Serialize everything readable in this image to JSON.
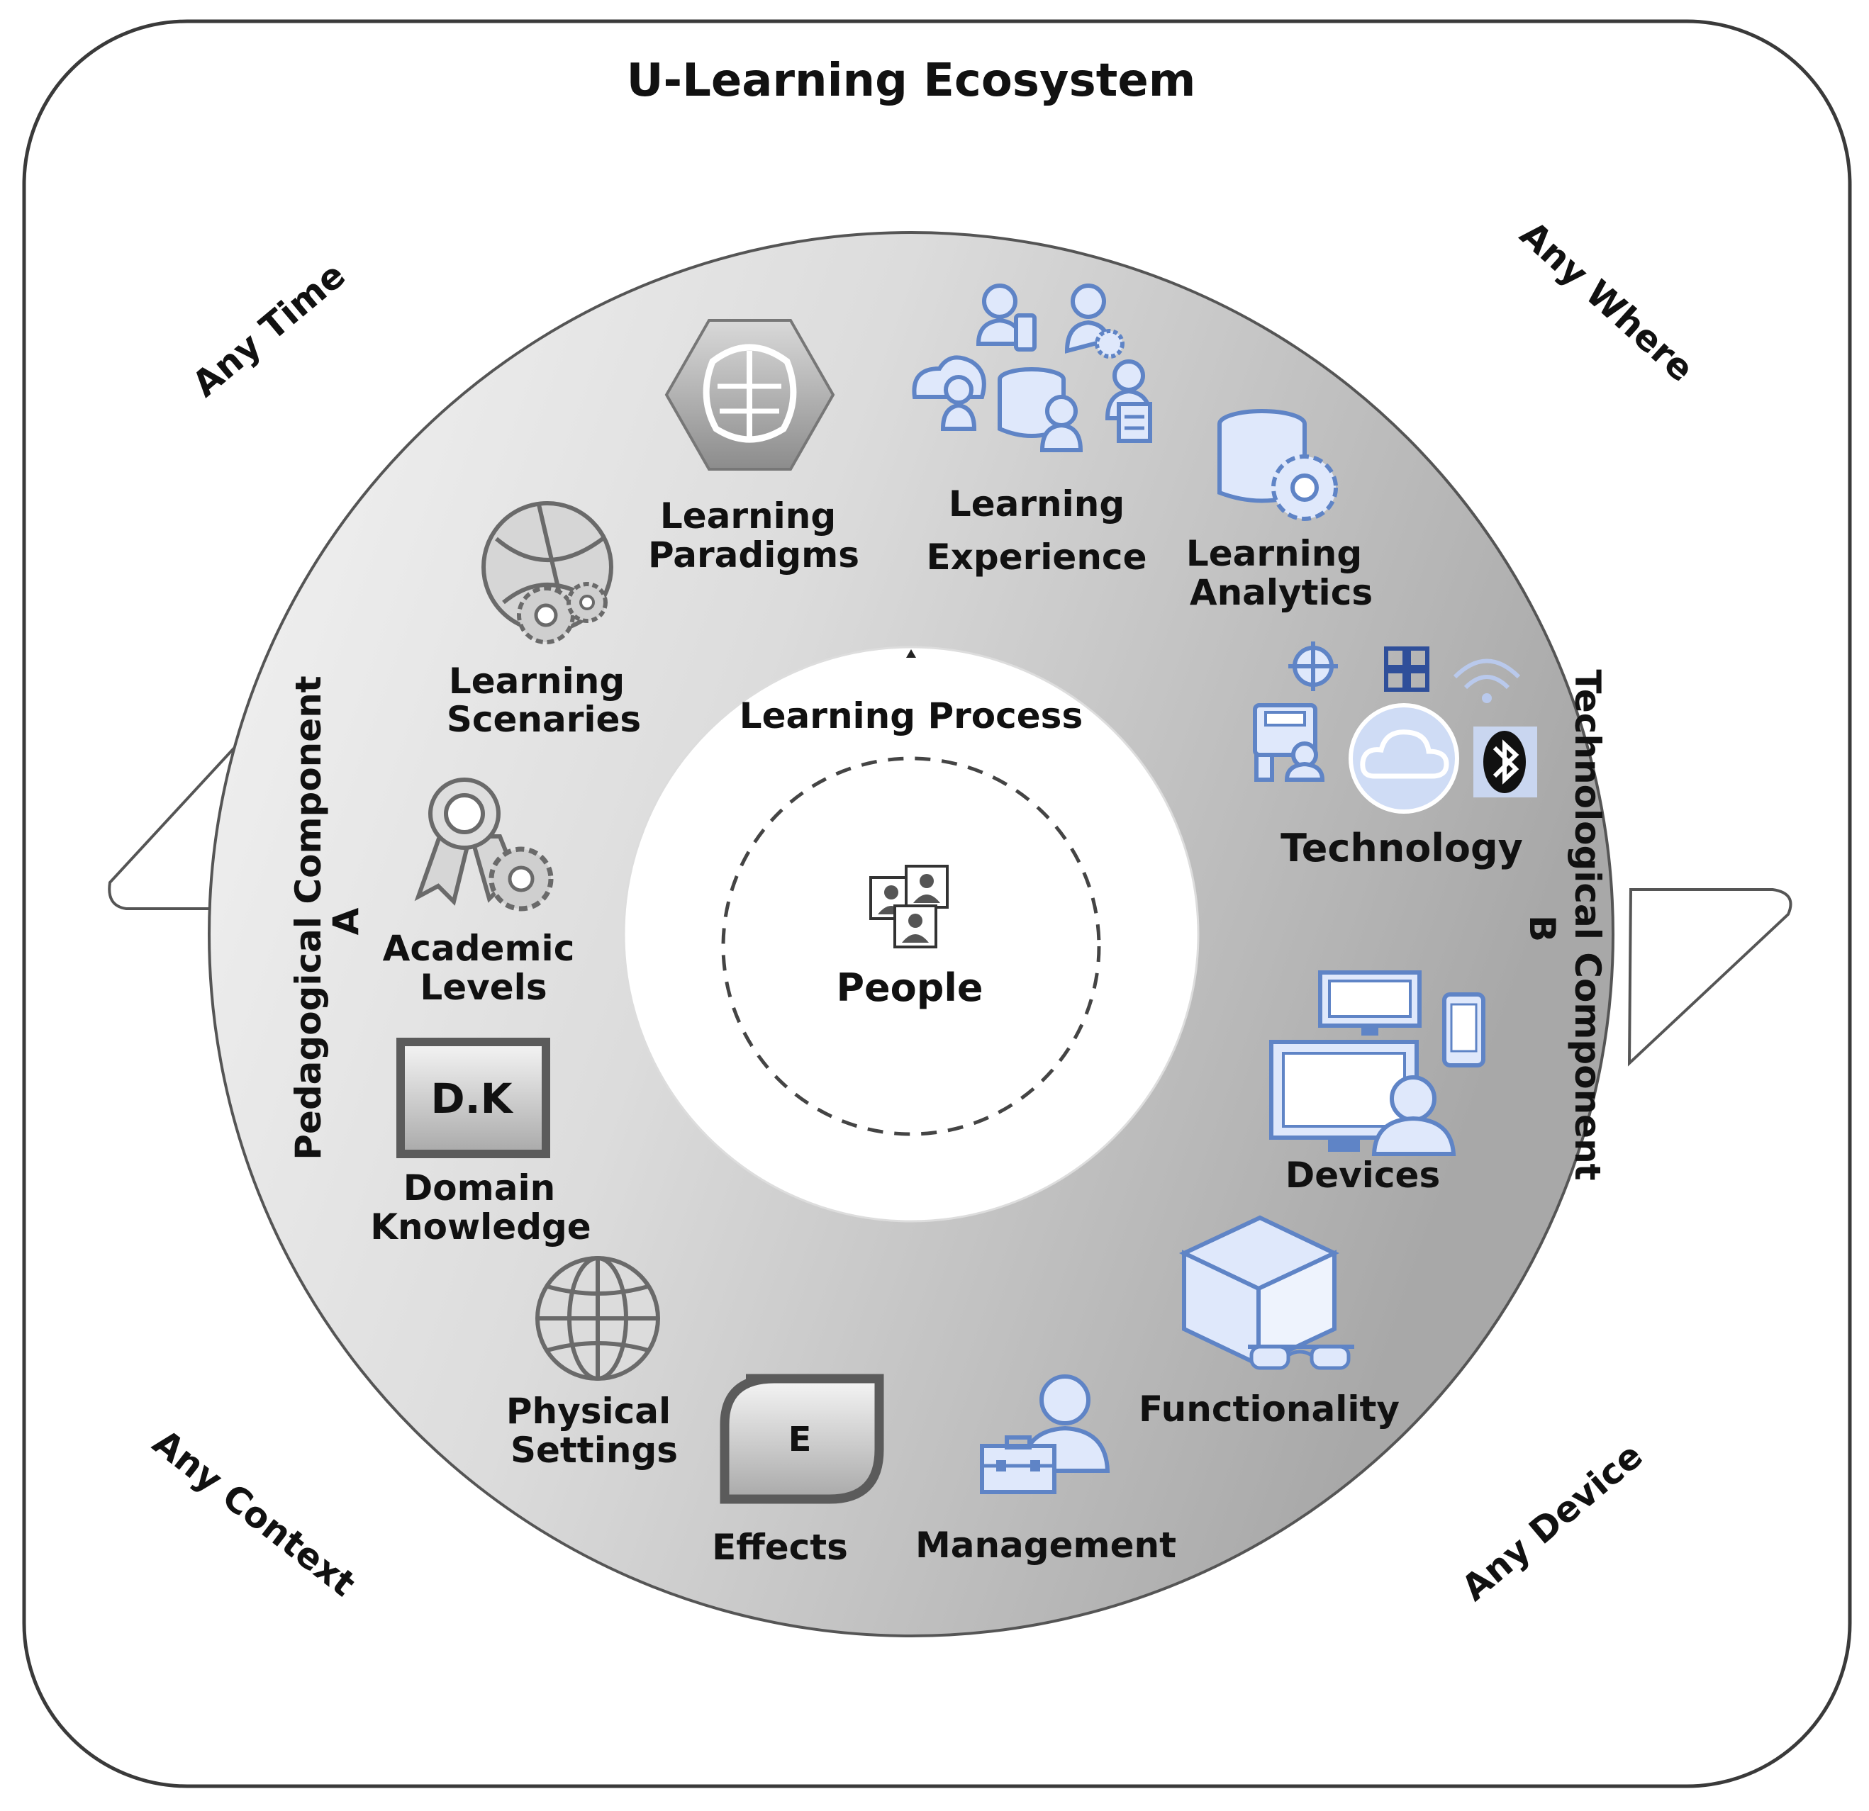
{
  "title": "U-Learning  Ecosystem",
  "corners": {
    "top_left": "Any Time",
    "top_right": "Any Where",
    "bottom_left": "Any Context",
    "bottom_right": "Any Device"
  },
  "components": {
    "pedagogical": {
      "title": "Pedagogical Component",
      "letter": "A"
    },
    "technological": {
      "title": "Technological Component",
      "letter": "B"
    }
  },
  "center": {
    "ring_label": "Learning Process",
    "core_label": "People"
  },
  "badges": {
    "domain_knowledge": "D.K",
    "effects": "E"
  },
  "pedagogical_items": [
    {
      "line1": "Learning",
      "line2": "Paradigms",
      "icon": "brain-hexagon-icon"
    },
    {
      "line1": "Learning",
      "line2": "Scenaries",
      "icon": "globe-gears-icon"
    },
    {
      "line1": "Academic",
      "line2": "Levels",
      "icon": "award-gear-icon"
    },
    {
      "line1": "Domain",
      "line2": "Knowledge",
      "icon": "dk-badge-icon"
    },
    {
      "line1": "Physical",
      "line2": "Settings",
      "icon": "globe-icon"
    },
    {
      "line1": "Effects",
      "line2": "",
      "icon": "effects-badge-icon"
    }
  ],
  "technological_items": [
    {
      "line1": "Learning",
      "line2": "Experience",
      "icon": "users-network-icon"
    },
    {
      "line1": "Learning",
      "line2": "Analytics",
      "icon": "database-gear-icon"
    },
    {
      "line1": "Technology",
      "line2": "",
      "icon": "cloud-wireless-icon"
    },
    {
      "line1": "Devices",
      "line2": "",
      "icon": "devices-icon"
    },
    {
      "line1": "Functionality",
      "line2": "",
      "icon": "cube-glasses-icon"
    },
    {
      "line1": "Management",
      "line2": "",
      "icon": "user-briefcase-icon"
    }
  ],
  "colors": {
    "icon_blue": "#5f84c6",
    "icon_blue_fill": "#dfe8fb",
    "icon_grey": "#6a6a6a",
    "ring_light": "#f2f2f2",
    "ring_dark": "#a9a9a9"
  }
}
